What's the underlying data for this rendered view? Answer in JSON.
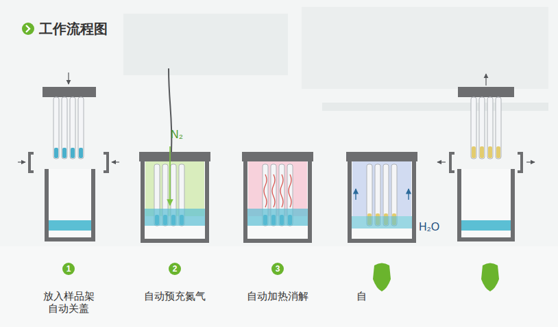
{
  "diagram": {
    "title": "工作流程图",
    "nodes": [
      {
        "text": [
          "1"
        ]
      },
      {
        "text": [
          "2"
        ]
      },
      {
        "text": [
          "3"
        ]
      }
    ],
    "labels": [
      "N₂",
      "H₂O",
      "放入样品架 自动关盖",
      "自动预充氮气",
      "自动加热消解",
      "自"
    ]
  }
}
